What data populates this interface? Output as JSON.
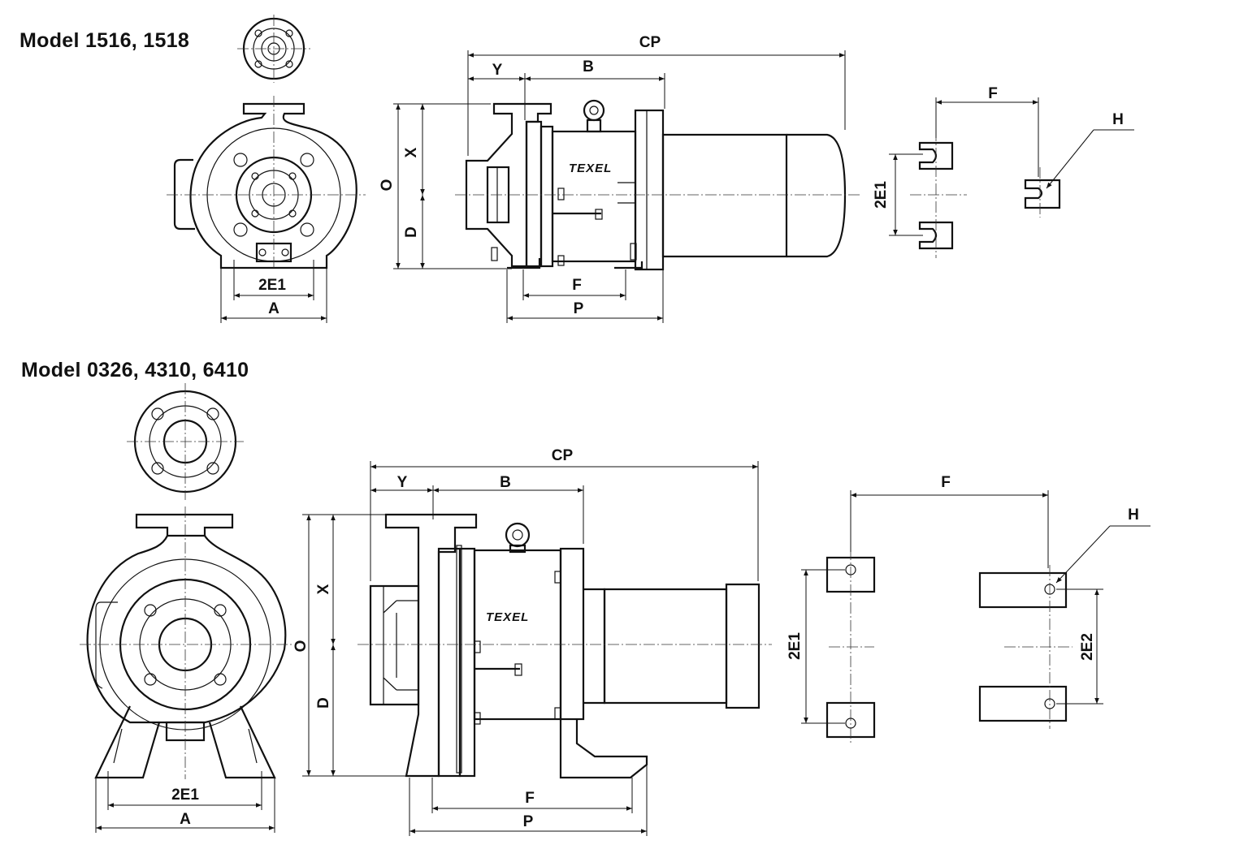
{
  "titles": {
    "model_a": "Model 1516, 1518",
    "model_b": "Model 0326, 4310, 6410"
  },
  "brand": "TEXEL",
  "dimension_labels": {
    "cp": "CP",
    "y": "Y",
    "b": "B",
    "x": "X",
    "o": "O",
    "d": "D",
    "f": "F",
    "p": "P",
    "a": "A",
    "e1": "2E1",
    "e2": "2E2",
    "h": "H"
  }
}
